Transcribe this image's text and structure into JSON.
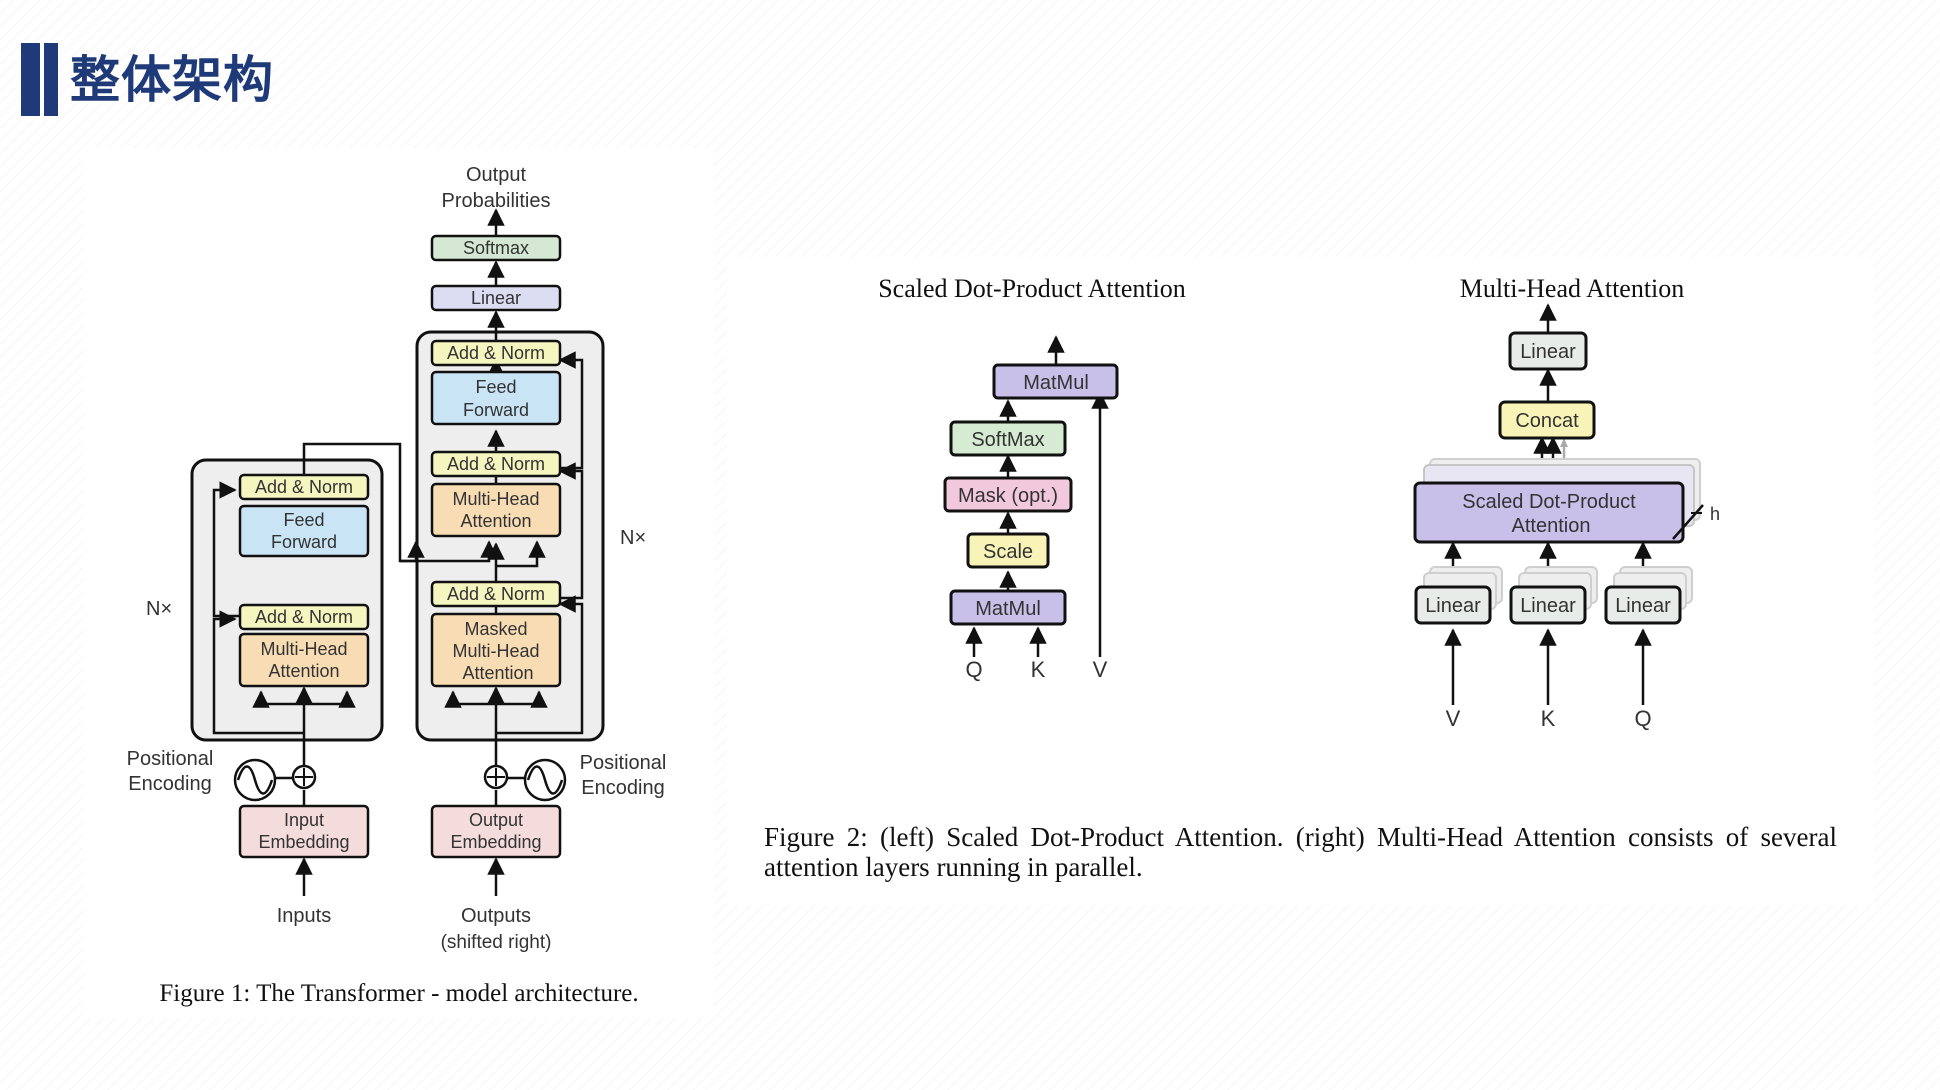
{
  "header": {
    "title": "整体架构",
    "accent_color": "#1f3a78"
  },
  "figure1": {
    "caption": "Figure 1: The Transformer - model architecture.",
    "output_label_1": "Output",
    "output_label_2": "Probabilities",
    "softmax": "Softmax",
    "linear": "Linear",
    "add_norm": "Add & Norm",
    "feed_forward_1": "Feed",
    "feed_forward_2": "Forward",
    "multi_head_1": "Multi-Head",
    "multi_head_2": "Attention",
    "masked_1": "Masked",
    "masked_2": "Multi-Head",
    "masked_3": "Attention",
    "nx": "N×",
    "pos_enc_1": "Positional",
    "pos_enc_2": "Encoding",
    "input_emb_1": "Input",
    "input_emb_2": "Embedding",
    "output_emb_1": "Output",
    "output_emb_2": "Embedding",
    "inputs": "Inputs",
    "outputs_1": "Outputs",
    "outputs_2": "(shifted right)",
    "colors": {
      "softmax": "#d5e8d4",
      "linear": "#dcdcf2",
      "add_norm": "#f5f5c0",
      "feed_forward": "#c8e4f5",
      "attention": "#f8dcb4",
      "embedding": "#f5dcdc",
      "stack_bg": "#eeeeee"
    }
  },
  "figure2": {
    "caption": "Figure 2: (left) Scaled Dot-Product Attention. (right) Multi-Head Attention consists of several attention layers running in parallel.",
    "left": {
      "title": "Scaled Dot-Product Attention",
      "matmul": "MatMul",
      "softmax": "SoftMax",
      "mask": "Mask (opt.)",
      "scale": "Scale",
      "q": "Q",
      "k": "K",
      "v": "V"
    },
    "right": {
      "title": "Multi-Head Attention",
      "linear": "Linear",
      "concat": "Concat",
      "sdpa_1": "Scaled Dot-Product",
      "sdpa_2": "Attention",
      "h": "h",
      "v": "V",
      "k": "K",
      "q": "Q"
    },
    "colors": {
      "matmul": "#c8c0e8",
      "softmax": "#d5ecd2",
      "mask": "#f2c8dc",
      "scale": "#f8f4b8",
      "concat": "#f8f4b8",
      "linear": "#e8ece8"
    }
  }
}
